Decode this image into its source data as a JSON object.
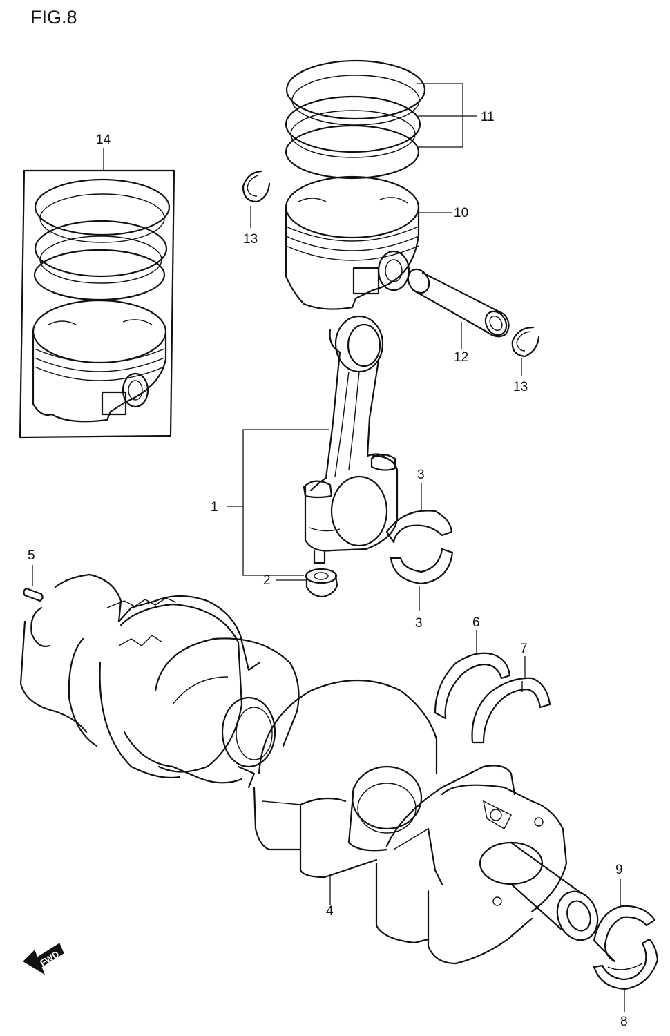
{
  "figure": {
    "title": "FIG.8",
    "fwd_label": "FWD"
  },
  "callouts": {
    "c1": "1",
    "c2": "2",
    "c3a": "3",
    "c3b": "3",
    "c4": "4",
    "c5": "5",
    "c6": "6",
    "c7": "7",
    "c8": "8",
    "c9": "9",
    "c10": "10",
    "c11": "11",
    "c12": "12",
    "c13a": "13",
    "c13b": "13",
    "c14": "14"
  }
}
